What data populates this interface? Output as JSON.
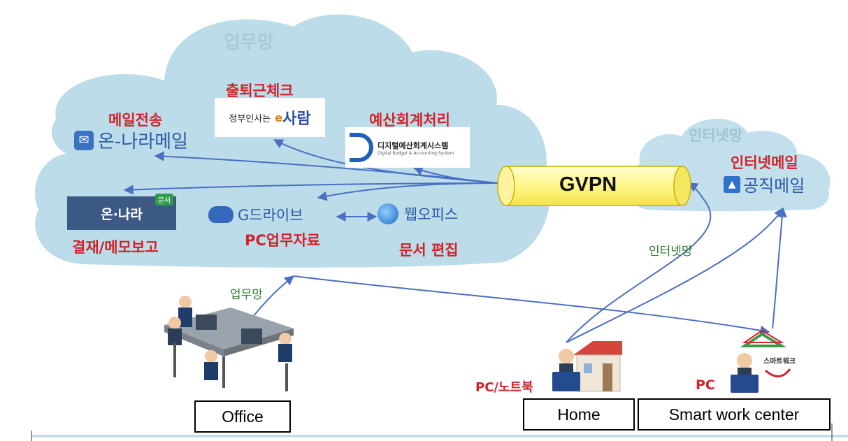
{
  "clouds": {
    "work": "업무망",
    "internet": "인터넷망"
  },
  "services": {
    "mail": {
      "caption": "메일전송",
      "name": "온-나라메일"
    },
    "attendance": {
      "caption": "출퇴근체크",
      "logo_text_left": "정부인사는",
      "logo_text_right": "사람"
    },
    "budget": {
      "caption": "예산회계처리",
      "logo_title": "디지털예산회계시스템",
      "logo_sub": "Digital Budget & Accounting System"
    },
    "approval": {
      "caption": "결재/메모보고",
      "logo_text": "온·나라",
      "badge": "문서"
    },
    "gdrive": {
      "name": "G드라이브",
      "caption": "PC업무자료"
    },
    "weboffice": {
      "name": "웹오피스",
      "caption": "문서 편집"
    },
    "official_mail": {
      "caption": "인터넷메일",
      "name": "공직메일"
    }
  },
  "gvpn": {
    "label": "GVPN"
  },
  "links": {
    "work_net": "업무망",
    "internet_net": "인터넷망"
  },
  "devices": {
    "home_device": "PC/노트북",
    "smart_device": "PC",
    "smart_logo": "스마트워크"
  },
  "boxes": {
    "office": "Office",
    "home": "Home",
    "smart": "Smart work center"
  },
  "colors": {
    "cloud": "#bcdce9",
    "accent_red": "#d2232a",
    "arrow_blue": "#4a6fc4",
    "gvpn_fill": "#fff68a",
    "text_blue": "#2d5aa8",
    "green": "#2e7d32"
  }
}
